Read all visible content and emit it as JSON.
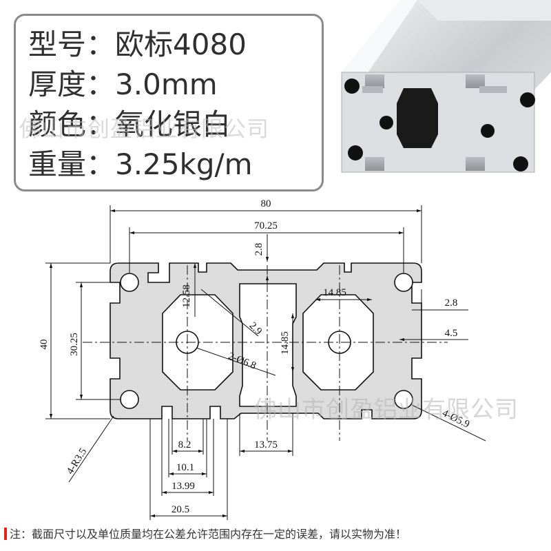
{
  "specs": [
    {
      "label": "型号",
      "sep": "：",
      "value": "欧标4080"
    },
    {
      "label": "厚度",
      "sep": "：",
      "value": "3.0mm"
    },
    {
      "label": "颜色",
      "sep": "：",
      "value": "氧化银白"
    },
    {
      "label": "重量",
      "sep": "：",
      "value": "3.25kg/m"
    }
  ],
  "watermark": "佛山市创盈铝业有限公司",
  "dimensions": {
    "overall_width": "80",
    "slot_center_width": "70.25",
    "wall_top": "2.8",
    "slot_depth": "12.58",
    "angle_wall": "2.9",
    "center_hole": "2-Ø6.8",
    "core_width": "14.85",
    "core_height": "14.85",
    "overall_height": "40",
    "slot_center_height": "30.25",
    "wall_right": "2.8",
    "slot_depth_right": "4.5",
    "corner_holes": "4-Ø5.9",
    "corner_radius": "4-R3.5",
    "slot_opening": "8.2",
    "slot_neck": "10.1",
    "slot_inner": "13.99",
    "slot_outer": "20.5",
    "lip_width": "13.75"
  },
  "footer": {
    "text": "注：截面尺寸以及单位质量均在公差允许范围内存在一定的误差，请以实物为准！",
    "bar_color": "#e0241b"
  },
  "colors": {
    "profile_fill": "#dcdcdc",
    "line": "#111111",
    "box_border": "#8a8a8a"
  }
}
